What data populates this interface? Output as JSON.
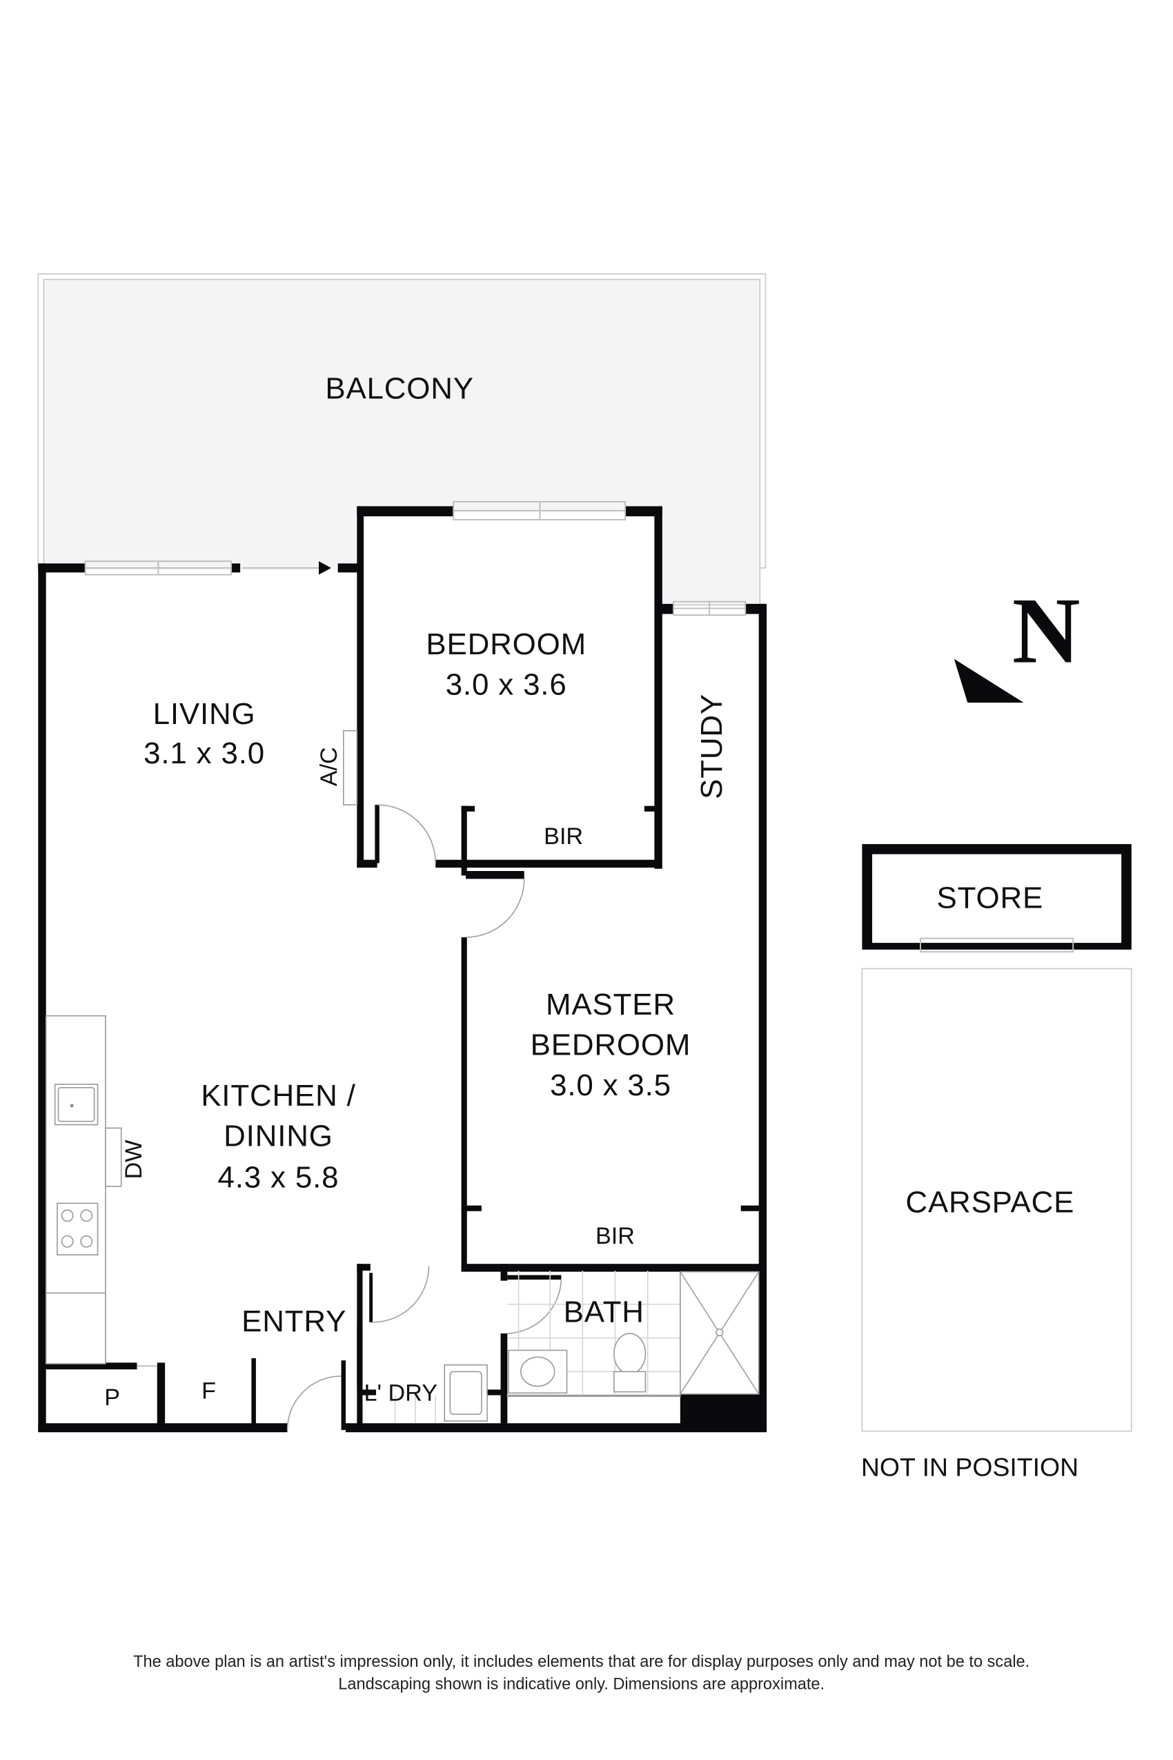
{
  "plan": {
    "rooms": [
      {
        "id": "balcony",
        "name": "BALCONY",
        "dims": ""
      },
      {
        "id": "bedroom",
        "name": "BEDROOM",
        "dims": "3.0 x 3.6"
      },
      {
        "id": "living",
        "name": "LIVING",
        "dims": "3.1 x 3.0"
      },
      {
        "id": "study",
        "name": "STUDY",
        "dims": ""
      },
      {
        "id": "master-bedroom",
        "name_line1": "MASTER",
        "name_line2": "BEDROOM",
        "dims": "3.0 x 3.5"
      },
      {
        "id": "kitchen-dining",
        "name_line1": "KITCHEN /",
        "name_line2": "DINING",
        "dims": "4.3 x 5.8"
      },
      {
        "id": "entry",
        "name": "ENTRY",
        "dims": ""
      },
      {
        "id": "bath",
        "name": "BATH",
        "dims": ""
      },
      {
        "id": "laundry",
        "name": "L' DRY",
        "dims": ""
      },
      {
        "id": "store",
        "name": "STORE",
        "dims": ""
      },
      {
        "id": "carspace",
        "name": "CARSPACE",
        "dims": ""
      }
    ],
    "fixtures": {
      "ac": "A/C",
      "dishwasher": "DW",
      "bir_bedroom": "BIR",
      "bir_master": "BIR",
      "pantry": "P",
      "fridge": "F"
    },
    "compass": {
      "label": "N"
    },
    "note": "NOT IN POSITION",
    "disclaimer": [
      "The above plan is an artist's impression only, it includes elements that are for display purposes only and may not be to scale.",
      "Landscaping shown is indicative only. Dimensions are approximate."
    ],
    "colors": {
      "wall": "#0a0a0c",
      "balcony_fill": "#f4f4f4",
      "outline": "#bdbdbd"
    }
  }
}
